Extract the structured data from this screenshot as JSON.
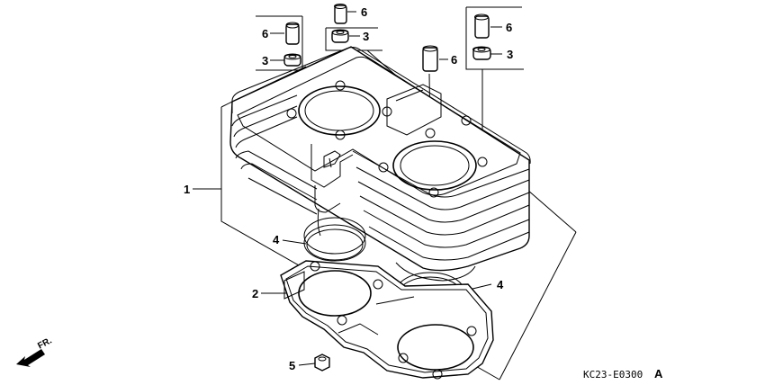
{
  "diagram": {
    "callouts": {
      "c1": "1",
      "c2": "2",
      "c3a": "3",
      "c3b": "3",
      "c3c": "3",
      "c4a": "4",
      "c4b": "4",
      "c5": "5",
      "c6a": "6",
      "c6b": "6",
      "c6c": "6",
      "c6d": "6"
    },
    "front_label": "FR.",
    "ref_code": "KC23-E0300",
    "ref_suffix": "A"
  },
  "colors": {
    "ink": "#000000",
    "paper": "#ffffff"
  }
}
